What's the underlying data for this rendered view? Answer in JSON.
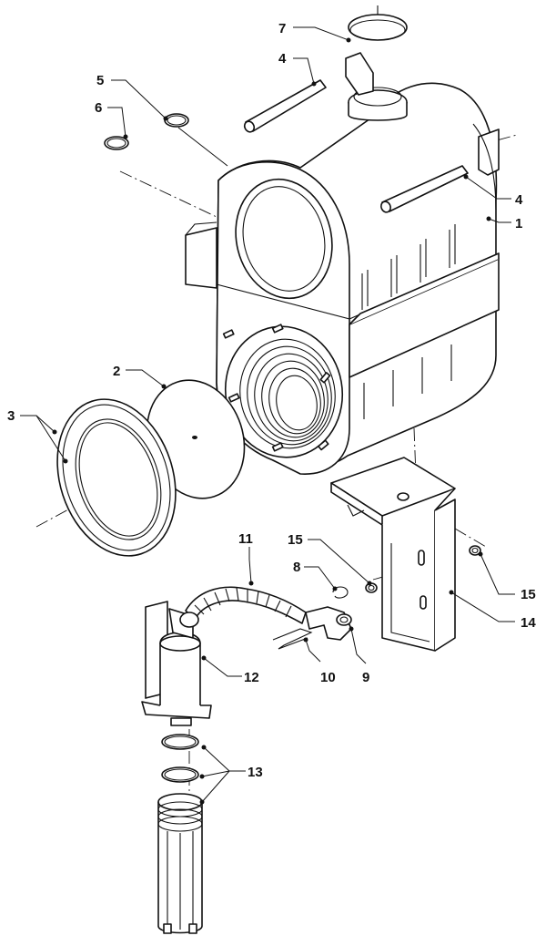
{
  "callouts": {
    "c1": "1",
    "c2": "2",
    "c3": "3",
    "c4a": "4",
    "c4b": "4",
    "c5": "5",
    "c6": "6",
    "c7": "7",
    "c8": "8",
    "c9": "9",
    "c10": "10",
    "c11": "11",
    "c12": "12",
    "c13": "13",
    "c14": "14",
    "c15a": "15",
    "c15b": "15"
  }
}
